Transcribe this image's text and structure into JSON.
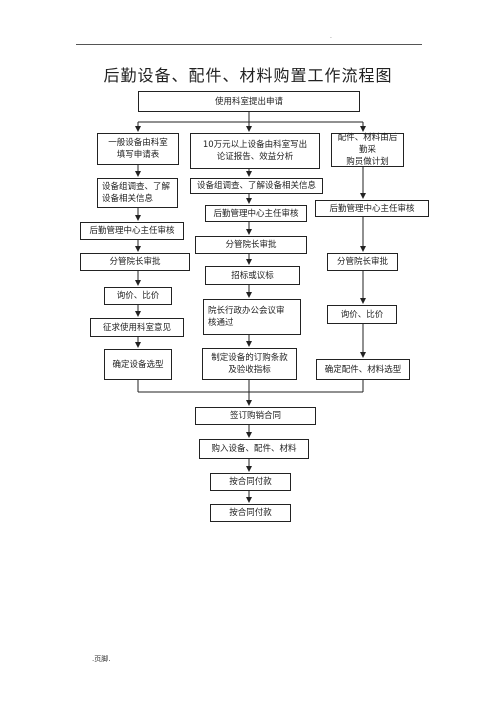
{
  "title": "后勤设备、配件、材料购置工作流程图",
  "top_dot": ".",
  "footer": ".页脚.",
  "nodes": {
    "start": "使用科室提出申请",
    "left_1": "一般设备由科室\n填写申请表",
    "mid_1": "10万元以上设备由科室写出\n论证报告、效益分析",
    "right_1": "配件、材料由后勤采\n购员做计划",
    "left_2": "设备组调查、了解\n设备相关信息",
    "mid_2": "设备组调查、了解设备相关信息",
    "mid_3": "后勤管理中心主任审核",
    "right_2": "后勤管理中心主任审核",
    "left_3": "后勤管理中心主任审核",
    "mid_4": "分管院长审批",
    "left_4": "分管院长审批",
    "mid_5": "招标或议标",
    "right_3": "分管院长审批",
    "left_5": "询价、比价",
    "mid_6": "院长行政办公会议审\n核通过",
    "right_4": "询价、比价",
    "left_6": "征求使用科室意见",
    "left_7": "确定设备选型",
    "mid_7": "制定设备的订购条款\n及验收指标",
    "right_5": "确定配件、材料选型",
    "sign": "签订购销合同",
    "buy": "购入设备、配件、材料",
    "pay_1": "按合同付款",
    "pay_2": "按合同付款"
  }
}
